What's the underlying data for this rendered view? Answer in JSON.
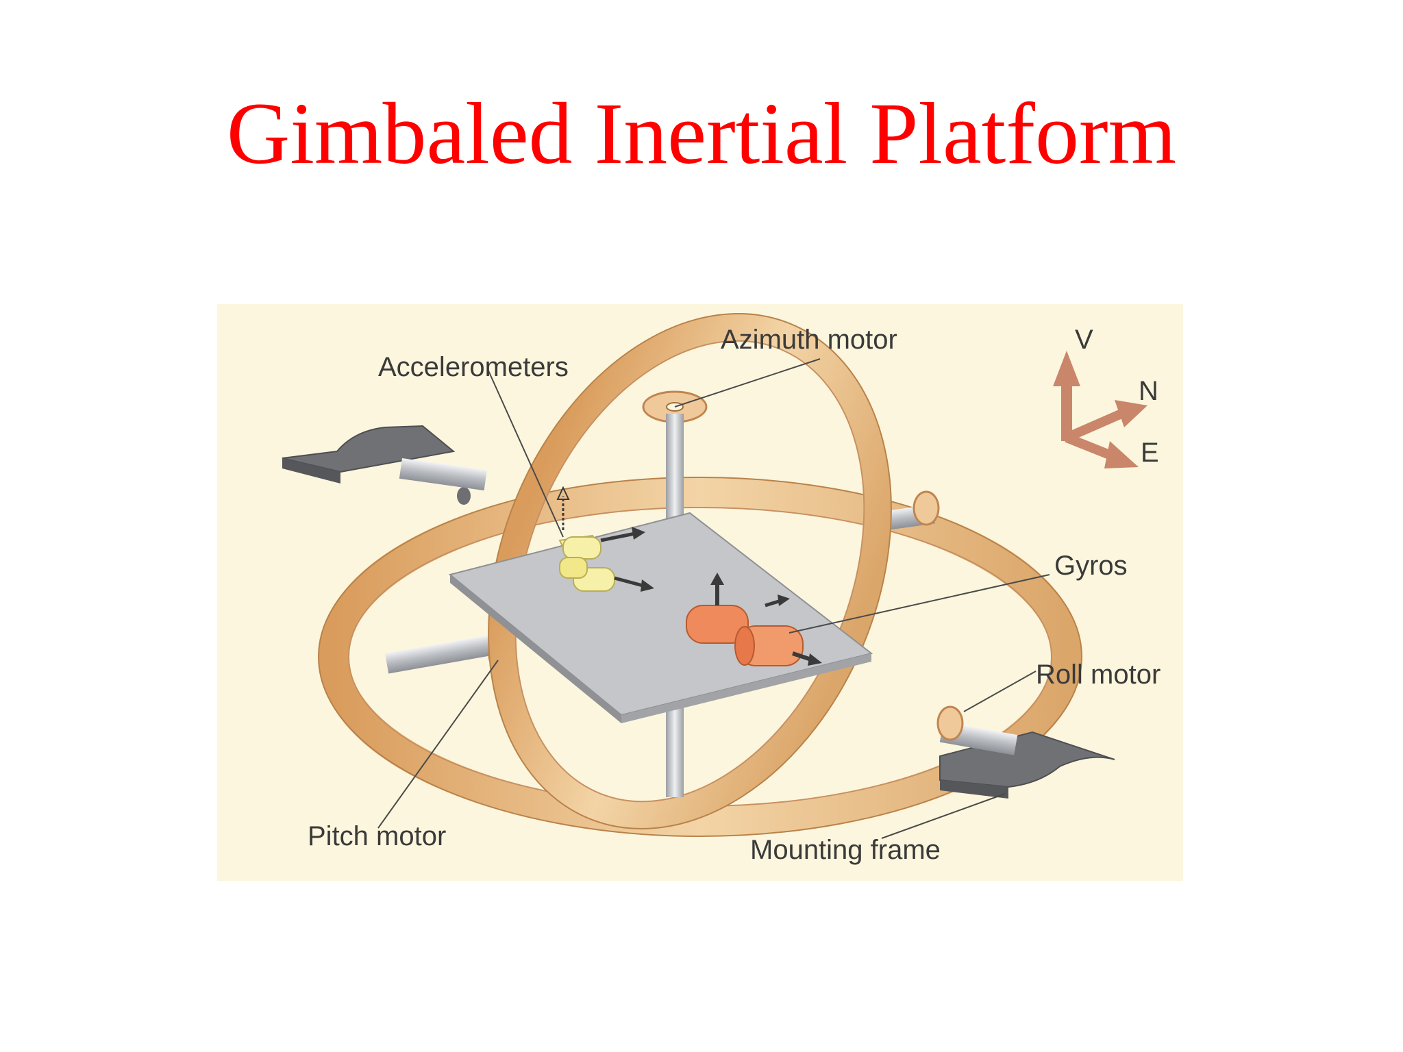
{
  "title": "Gimbaled Inertial Platform",
  "figure": {
    "labels": {
      "azimuth_motor": "Azimuth motor",
      "accelerometers": "Accelerometers",
      "gyros": "Gyros",
      "roll_motor": "Roll motor",
      "pitch_motor": "Pitch motor",
      "mounting_frame": "Mounting frame"
    },
    "axes": {
      "v": "V",
      "n": "N",
      "e": "E"
    },
    "colors": {
      "title": "#ff0000",
      "background": "#fbf6dd",
      "gimbal_ring": "#e7b57a",
      "platform": "#bfc1c4",
      "mount": "#7f8184",
      "gyro": "#ef8a5c",
      "accelerometer": "#f6eea0",
      "axis_arrow": "#c9866a"
    }
  }
}
